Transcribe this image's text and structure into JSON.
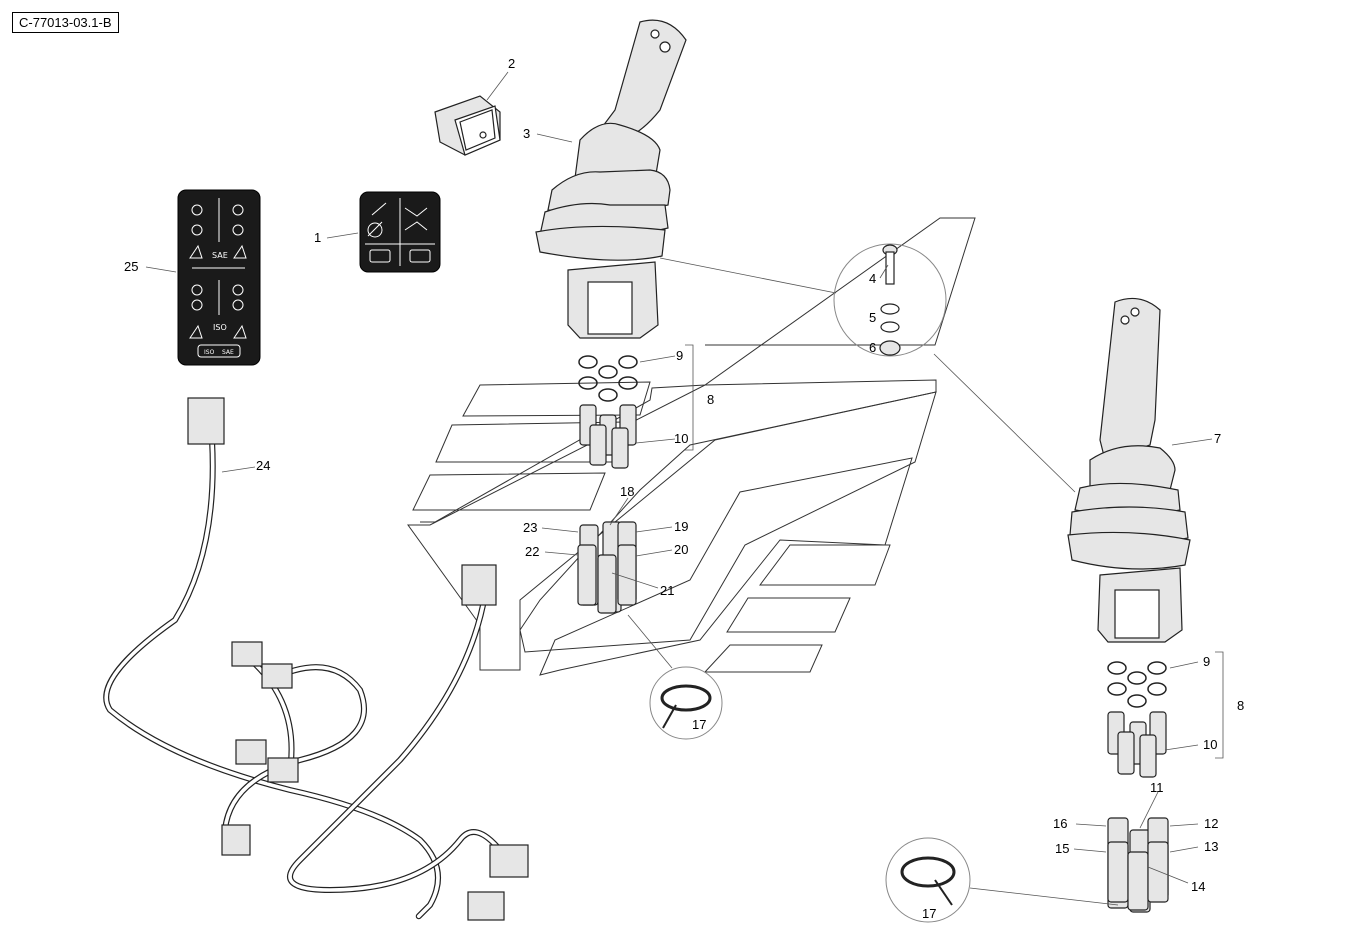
{
  "reference_code": "C-77013-03.1-B",
  "decal_labels": {
    "sae": "SAE",
    "iso": "ISO",
    "iso_small": "ISO",
    "sae_small": "SAE"
  },
  "callouts": [
    {
      "id": "c1",
      "text": "1"
    },
    {
      "id": "c2",
      "text": "2"
    },
    {
      "id": "c3",
      "text": "3"
    },
    {
      "id": "c4",
      "text": "4"
    },
    {
      "id": "c5",
      "text": "5"
    },
    {
      "id": "c6",
      "text": "6"
    },
    {
      "id": "c7",
      "text": "7"
    },
    {
      "id": "c8a",
      "text": "8"
    },
    {
      "id": "c8b",
      "text": "8"
    },
    {
      "id": "c9a",
      "text": "9"
    },
    {
      "id": "c9b",
      "text": "9"
    },
    {
      "id": "c10a",
      "text": "10"
    },
    {
      "id": "c10b",
      "text": "10"
    },
    {
      "id": "c11",
      "text": "11"
    },
    {
      "id": "c12",
      "text": "12"
    },
    {
      "id": "c13",
      "text": "13"
    },
    {
      "id": "c14",
      "text": "14"
    },
    {
      "id": "c15",
      "text": "15"
    },
    {
      "id": "c16",
      "text": "16"
    },
    {
      "id": "c17a",
      "text": "17"
    },
    {
      "id": "c17b",
      "text": "17"
    },
    {
      "id": "c18",
      "text": "18"
    },
    {
      "id": "c19",
      "text": "19"
    },
    {
      "id": "c20",
      "text": "20"
    },
    {
      "id": "c21",
      "text": "21"
    },
    {
      "id": "c22",
      "text": "22"
    },
    {
      "id": "c23",
      "text": "23"
    },
    {
      "id": "c24",
      "text": "24"
    },
    {
      "id": "c25",
      "text": "25"
    }
  ]
}
